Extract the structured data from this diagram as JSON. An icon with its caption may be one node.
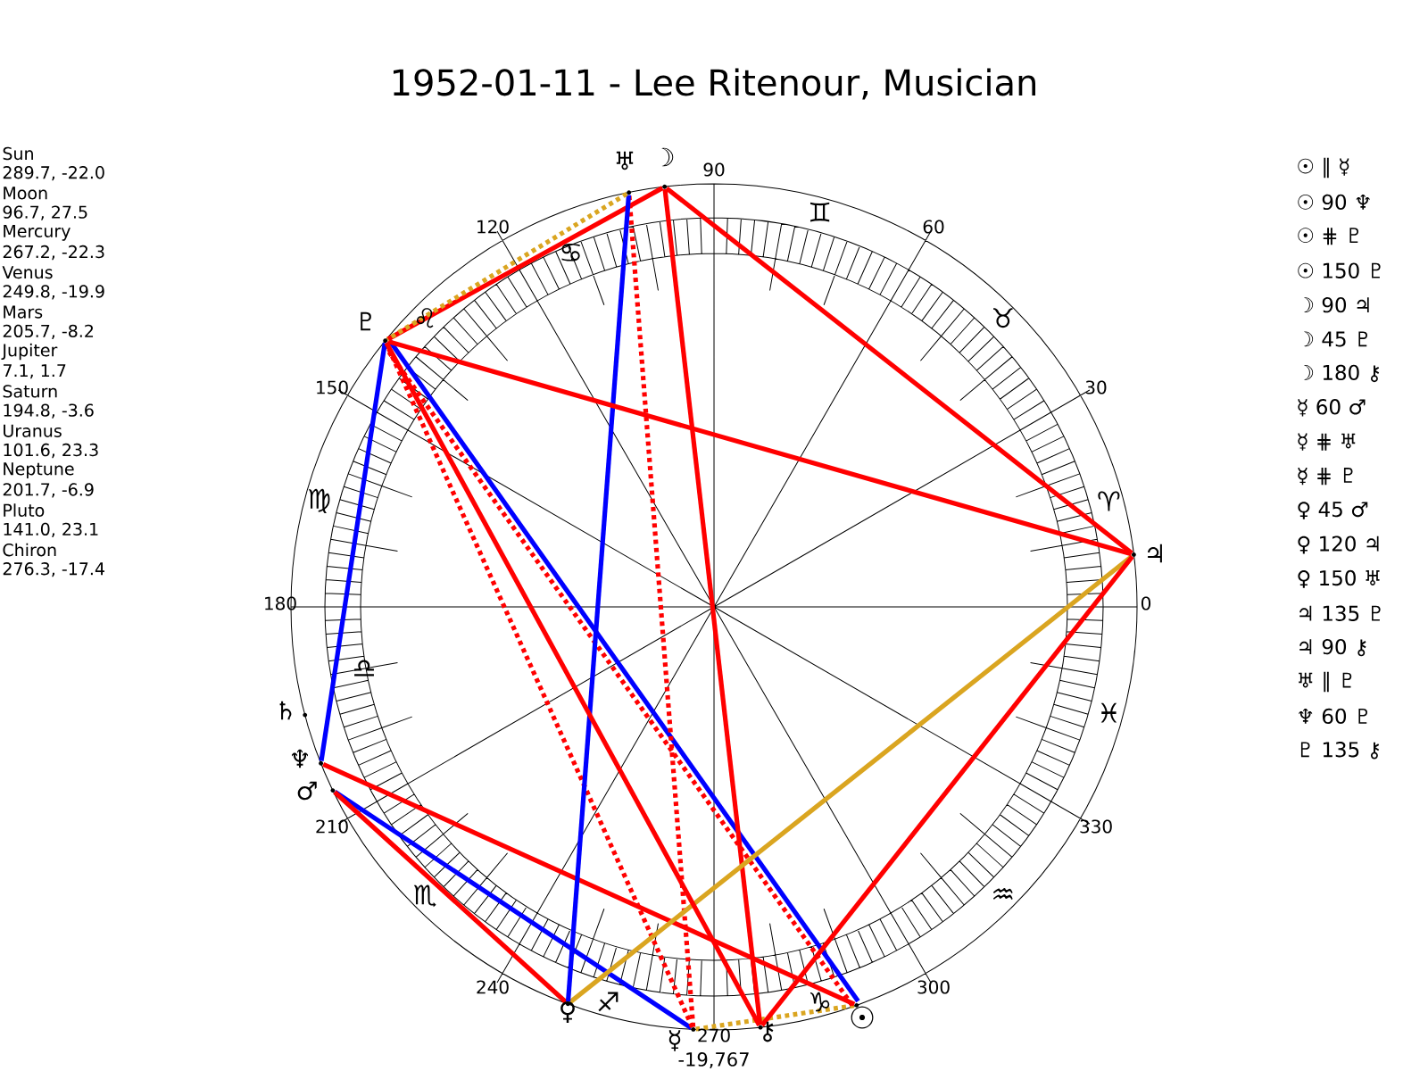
{
  "diagram": {
    "title": "1952-01-11 - Lee Ritenour, Musician",
    "nodes": [
      {
        "text": [],
        "shape": "point",
        "beside": [
          "☉"
        ]
      },
      {
        "text": [],
        "shape": "point",
        "beside": [
          "☽"
        ]
      },
      {
        "text": [],
        "shape": "point",
        "beside": [
          "☿"
        ]
      },
      {
        "text": [],
        "shape": "point",
        "beside": [
          "♀"
        ]
      },
      {
        "text": [],
        "shape": "point",
        "beside": [
          "♂"
        ]
      },
      {
        "text": [],
        "shape": "point",
        "beside": [
          "♃"
        ]
      },
      {
        "text": [],
        "shape": "point",
        "beside": [
          "♄"
        ]
      },
      {
        "text": [],
        "shape": "point",
        "beside": [
          "♅"
        ]
      },
      {
        "text": [],
        "shape": "point",
        "beside": [
          "♆"
        ]
      },
      {
        "text": [],
        "shape": "point",
        "beside": [
          "♇"
        ]
      },
      {
        "text": [],
        "shape": "point",
        "beside": [
          "⚷"
        ]
      }
    ],
    "edges": [
      {
        "from": 0,
        "to": 2,
        "arrow": "none",
        "style": "dashed",
        "color": "#daa520"
      },
      {
        "from": 0,
        "to": 8,
        "arrow": "none"
      },
      {
        "from": 0,
        "to": 9,
        "arrow": "none",
        "style": "dashed"
      },
      {
        "from": 0,
        "to": 9,
        "arrow": "none",
        "color": "#0000ff"
      },
      {
        "from": 1,
        "to": 5,
        "arrow": "none"
      },
      {
        "from": 1,
        "to": 9,
        "arrow": "none"
      },
      {
        "from": 1,
        "to": 10,
        "arrow": "none"
      },
      {
        "from": 2,
        "to": 4,
        "arrow": "none",
        "color": "#0000ff"
      },
      {
        "from": 2,
        "to": 7,
        "arrow": "none",
        "style": "dashed"
      },
      {
        "from": 2,
        "to": 9,
        "arrow": "none",
        "style": "dashed"
      },
      {
        "from": 3,
        "to": 4,
        "arrow": "none"
      },
      {
        "from": 3,
        "to": 5,
        "arrow": "none",
        "color": "#daa520"
      },
      {
        "from": 3,
        "to": 7,
        "arrow": "none",
        "color": "#0000ff"
      },
      {
        "from": 5,
        "to": 9,
        "arrow": "none"
      },
      {
        "from": 5,
        "to": 10,
        "arrow": "none"
      },
      {
        "from": 7,
        "to": 9,
        "arrow": "none",
        "style": "dashed",
        "color": "#daa520"
      },
      {
        "from": 8,
        "to": 9,
        "arrow": "none",
        "color": "#0000ff"
      },
      {
        "from": 9,
        "to": 10,
        "arrow": "none"
      }
    ],
    "labels": [
      "Sun",
      "289.7, -22.0",
      "Moon",
      "96.7, 27.5",
      "Mercury",
      "267.2, -22.3",
      "Venus",
      "249.8, -19.9",
      "Mars",
      "205.7, -8.2",
      "Jupiter",
      "7.1, 1.7",
      "Saturn",
      "194.8, -3.6",
      "Uranus",
      "101.6, 23.3",
      "Neptune",
      "201.7, -6.9",
      "Pluto",
      "141.0, 23.1",
      "Chiron",
      "276.3, -17.4",
      "☉ ∥ ☿",
      "☉ 90 ♆",
      "☉ ⋕ ♇",
      "☉ 150 ♇",
      "☽ 90 ♃",
      "☽ 45 ♇",
      "☽ 180 ⚷",
      "☿ 60 ♂",
      "☿ ⋕ ♅",
      "☿ ⋕ ♇",
      "♀ 45 ♂",
      "♀ 120 ♃",
      "♀ 150 ♅",
      "♃ 135 ♇",
      "♃ 90 ⚷",
      "♅ ∥ ♇",
      "♆ 60 ♇",
      "♇ 135 ⚷",
      "90",
      "120",
      "60",
      "150",
      "30",
      "180",
      "0",
      "210",
      "330",
      "240",
      "300",
      "270",
      "♋",
      "♊",
      "♌",
      "♉",
      "♍",
      "♈",
      "♎",
      "♓",
      "♏",
      "♒",
      "♐",
      "♑",
      "-19,767"
    ]
  }
}
